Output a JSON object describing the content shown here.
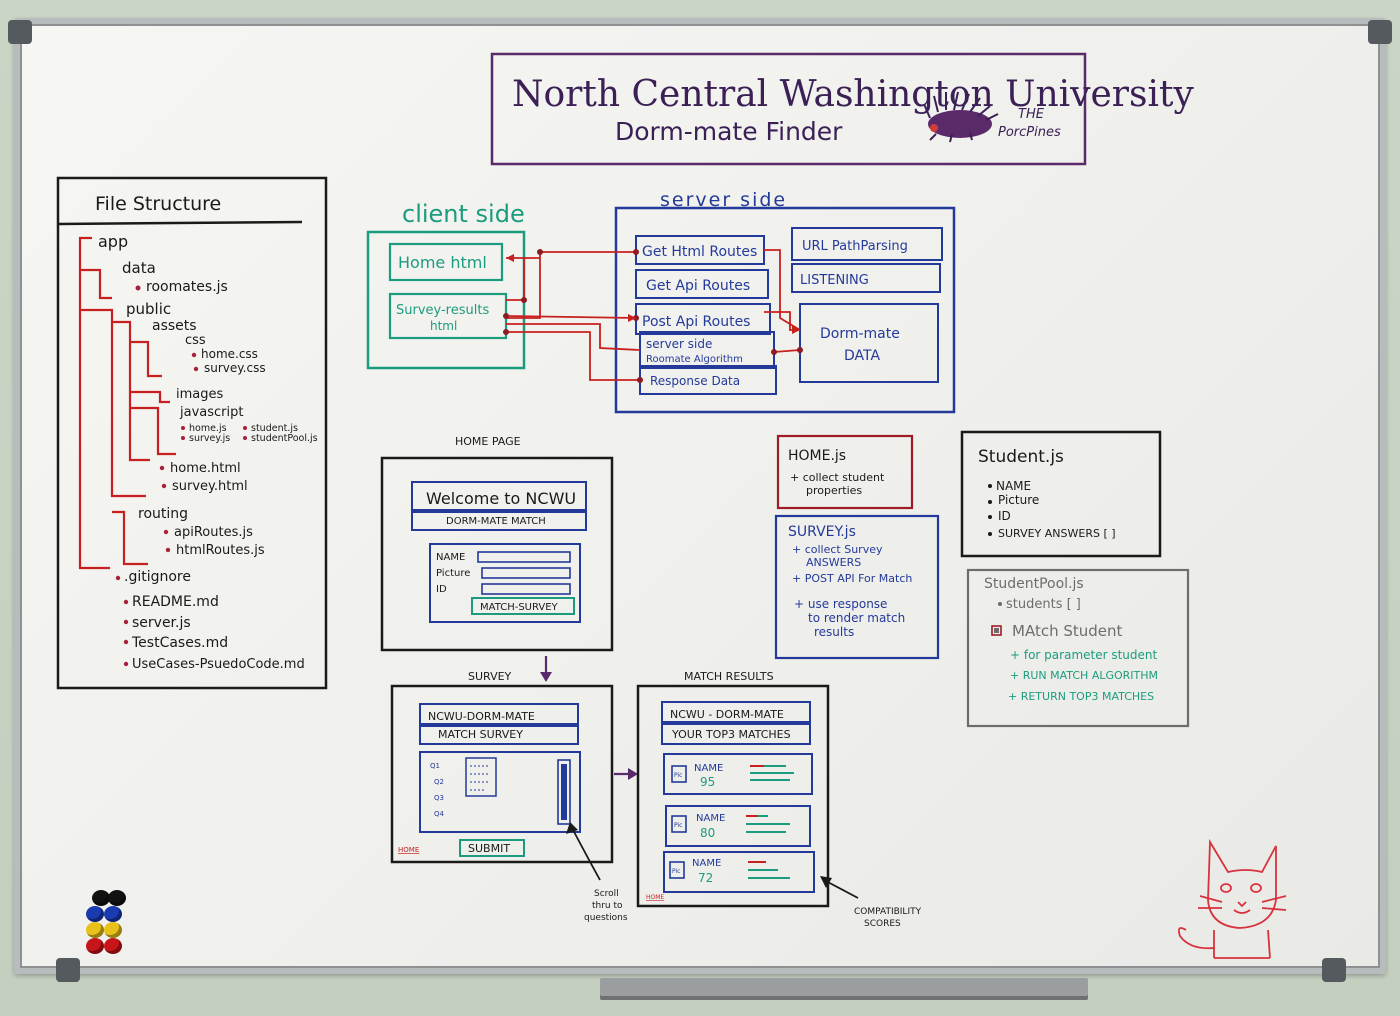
{
  "title": {
    "line1": "North Central Washington University",
    "line2": "Dorm-mate Finder",
    "logo_line1": "THE",
    "logo_line2": "PorcPines"
  },
  "file_structure": {
    "heading": "File Structure",
    "items": [
      "app",
      "data",
      "roomates.js",
      "public",
      "assets",
      "css",
      "home.css",
      "survey.css",
      "images",
      "javascript",
      "home.js",
      "survey.js",
      "student.js",
      "studentPool.js",
      "home.html",
      "survey.html",
      "routing",
      "apiRoutes.js",
      "htmlRoutes.js",
      ".gitignore",
      "README.md",
      "server.js",
      "TestCases.md",
      "UseCases-PsuedoCode.md"
    ]
  },
  "client_side": {
    "heading": "client side",
    "home": "Home html",
    "survey_line1": "Survey-results",
    "survey_line2": "html"
  },
  "server_side": {
    "heading": "server side",
    "get_html": "Get Html Routes",
    "get_api": "Get Api Routes",
    "post_api": "Post Api Routes",
    "algo_line1": "server side",
    "algo_line2": "Roomate Algorithm",
    "response": "Response Data",
    "url": "URL PathParsing",
    "listening": "LISTENING",
    "dorm_line1": "Dorm-mate",
    "dorm_line2": "DATA"
  },
  "home_page": {
    "heading": "HOME PAGE",
    "welcome": "Welcome to NCWU",
    "sub": "DORM-MATE MATCH",
    "name": "NAME",
    "picture": "Picture",
    "id": "ID",
    "button": "MATCH-SURVEY"
  },
  "survey": {
    "heading": "SURVEY",
    "line1": "NCWU-DORM-MATE",
    "line2": "MATCH SURVEY",
    "questions": [
      "Q1",
      "Q2",
      "Q3",
      "Q4"
    ],
    "home": "HOME",
    "submit": "SUBMIT",
    "note1": "Scroll",
    "note2": "thru to",
    "note3": "questions"
  },
  "match_results": {
    "heading": "MATCH RESULTS",
    "line1": "NCWU - DORM-MATE",
    "line2": "YOUR TOP3 MATCHES",
    "pic": "Pic",
    "name": "NAME",
    "scores": [
      "95",
      "80",
      "72"
    ],
    "home": "HOME",
    "note1": "COMPATIBILITY",
    "note2": "SCORES"
  },
  "home_js": {
    "heading": "HOME.js",
    "line1": "+ collect student",
    "line2": "properties"
  },
  "survey_js": {
    "heading": "SURVEY.js",
    "lines": [
      "+ collect Survey",
      "ANSWERS",
      "+ POST API For Match",
      "+ use response",
      "to render match",
      "results"
    ]
  },
  "student_js": {
    "heading": "Student.js",
    "items": [
      "NAME",
      "Picture",
      "ID",
      "SURVEY ANSWERS [ ]"
    ]
  },
  "student_pool_js": {
    "heading": "StudentPool.js",
    "item": "students [ ]",
    "method": "MAtch Student",
    "lines": [
      "+ for parameter student",
      "+ RUN MATCH ALGORITHM",
      "+ RETURN TOP3 MATCHES"
    ]
  },
  "colors": {
    "purple": "#5a2a6a",
    "black": "#1a1a1a",
    "red": "#c8201e",
    "teal": "#1c9c7e",
    "blue": "#243a9a",
    "dark_red": "#9e1c28",
    "gray": "#6d6d6d",
    "cat": "#d8323e"
  }
}
